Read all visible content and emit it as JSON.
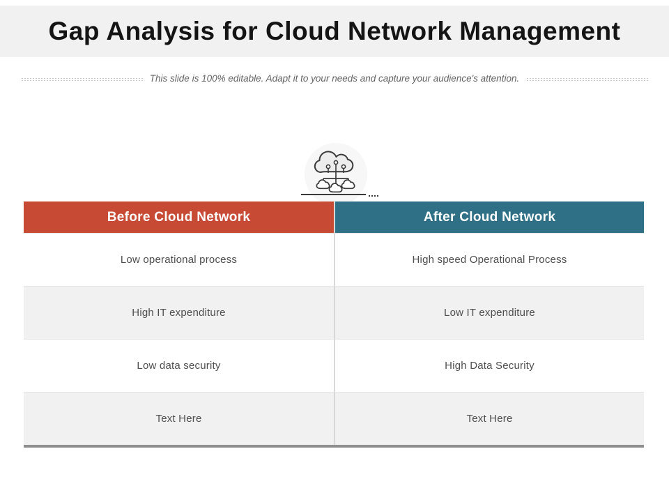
{
  "title": "Gap Analysis for Cloud Network Management",
  "subtitle": "This slide is 100% editable. Adapt it to your needs and capture your audience's attention.",
  "icon": {
    "name": "cloud-network-icon"
  },
  "table": {
    "columns": [
      {
        "header": "Before Cloud Network",
        "color": "#c74a35"
      },
      {
        "header": "After Cloud Network",
        "color": "#2f7086"
      }
    ],
    "rows": [
      {
        "before": "Low operational process",
        "after": "High speed Operational Process"
      },
      {
        "before": "High IT expenditure",
        "after": "Low IT expenditure"
      },
      {
        "before": "Low data security",
        "after": "High Data Security"
      },
      {
        "before": "Text Here",
        "after": "Text Here"
      }
    ]
  },
  "colors": {
    "before_header": "#c74a35",
    "after_header": "#2f7086",
    "title_band": "#f1f1f1",
    "row_alt": "#f1f1f1",
    "table_bottom_border": "#8f8f8f",
    "cell_text": "#4d4d4d"
  }
}
